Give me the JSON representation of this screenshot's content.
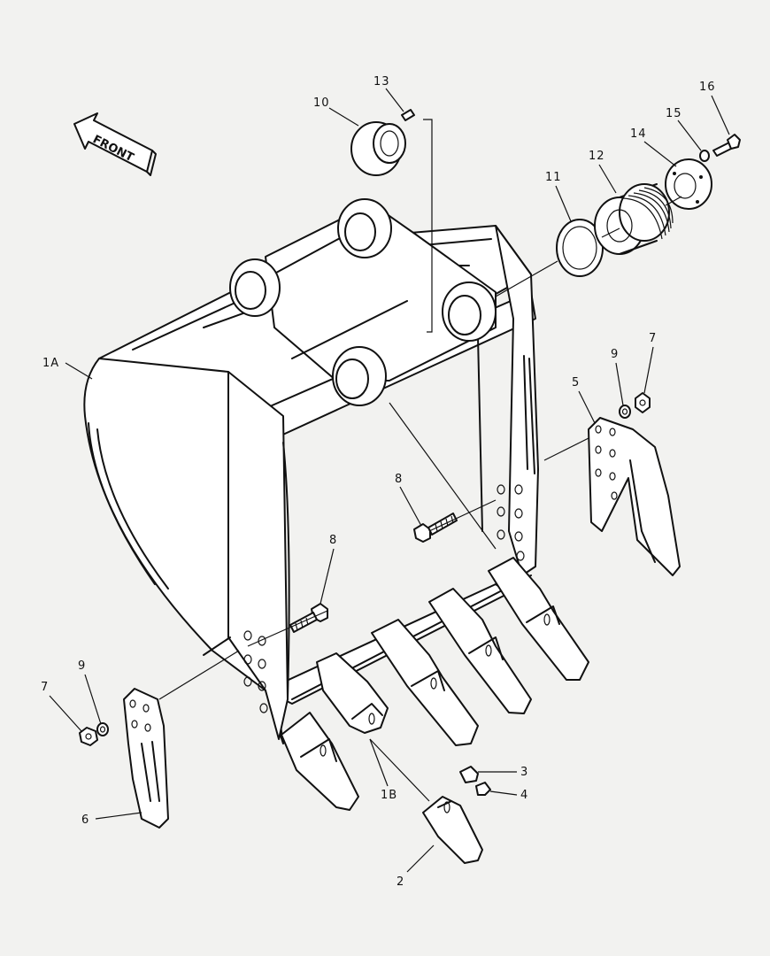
{
  "diagram": {
    "front_label": "FRONT",
    "callouts": {
      "c1A": "1A",
      "c1B": "1B",
      "c2": "2",
      "c3": "3",
      "c4": "4",
      "c5": "5",
      "c6": "6",
      "c7a": "7",
      "c7b": "7",
      "c8a": "8",
      "c8b": "8",
      "c9a": "9",
      "c9b": "9",
      "c10": "10",
      "c11": "11",
      "c12": "12",
      "c13": "13",
      "c14": "14",
      "c15": "15",
      "c16": "16"
    }
  }
}
